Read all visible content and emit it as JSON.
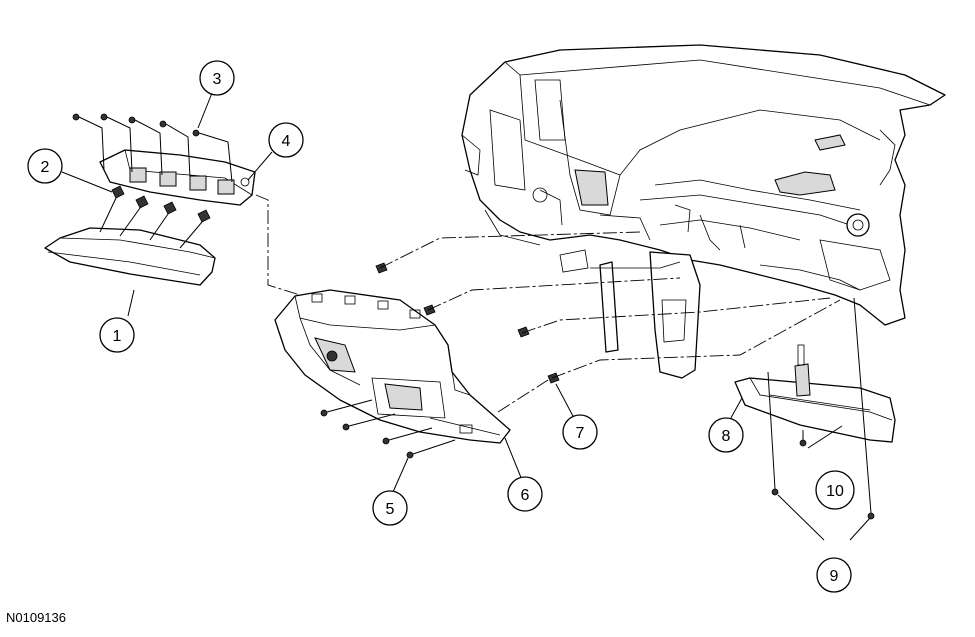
{
  "figure": {
    "id": "N0109136",
    "callouts": [
      "1",
      "2",
      "3",
      "4",
      "5",
      "6",
      "7",
      "8",
      "9",
      "10"
    ]
  }
}
